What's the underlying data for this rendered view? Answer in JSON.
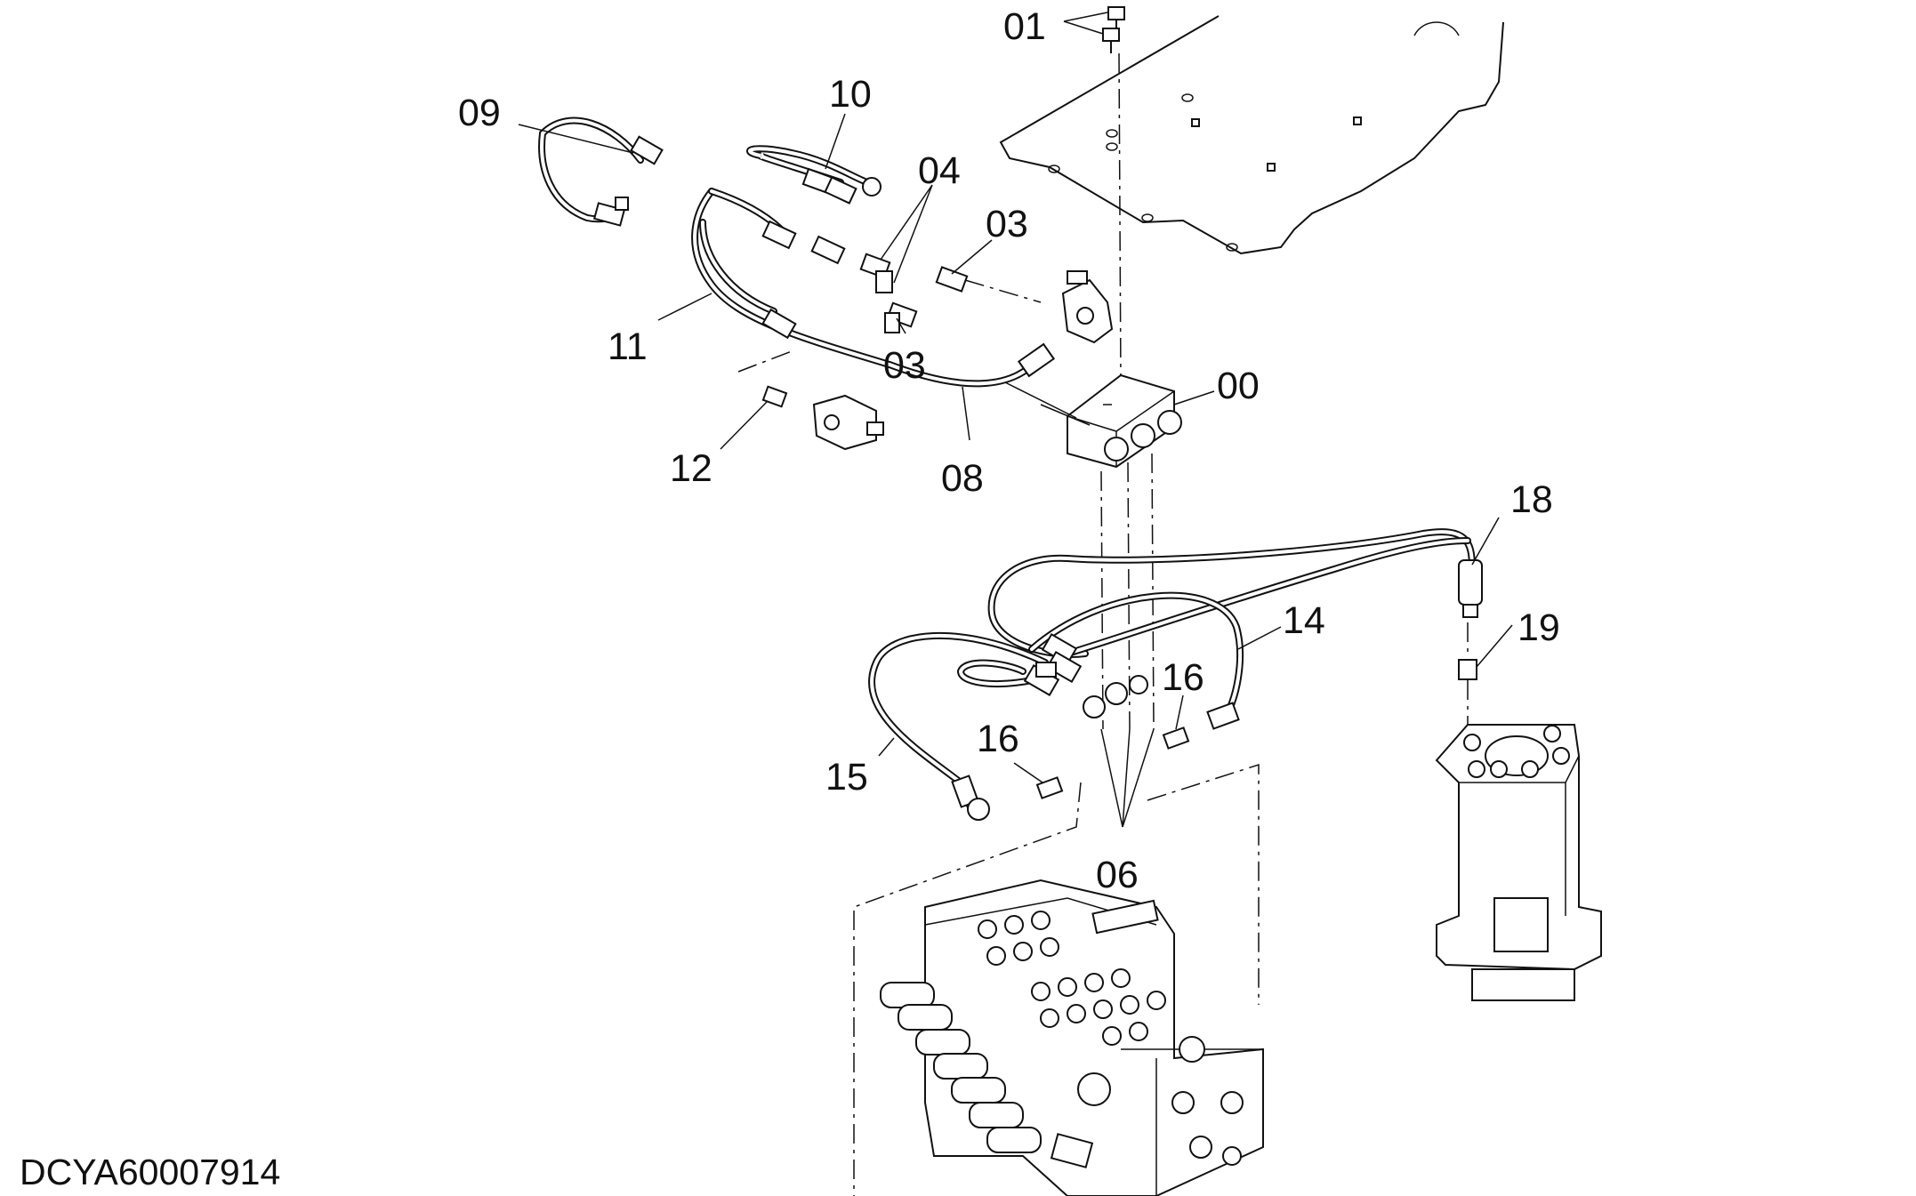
{
  "diagram": {
    "callouts": [
      "01",
      "10",
      "09",
      "04",
      "03",
      "11",
      "03",
      "00",
      "12",
      "08",
      "18",
      "19",
      "14",
      "16",
      "16",
      "15",
      "06"
    ],
    "drawing_id": "DCYA60007914"
  }
}
